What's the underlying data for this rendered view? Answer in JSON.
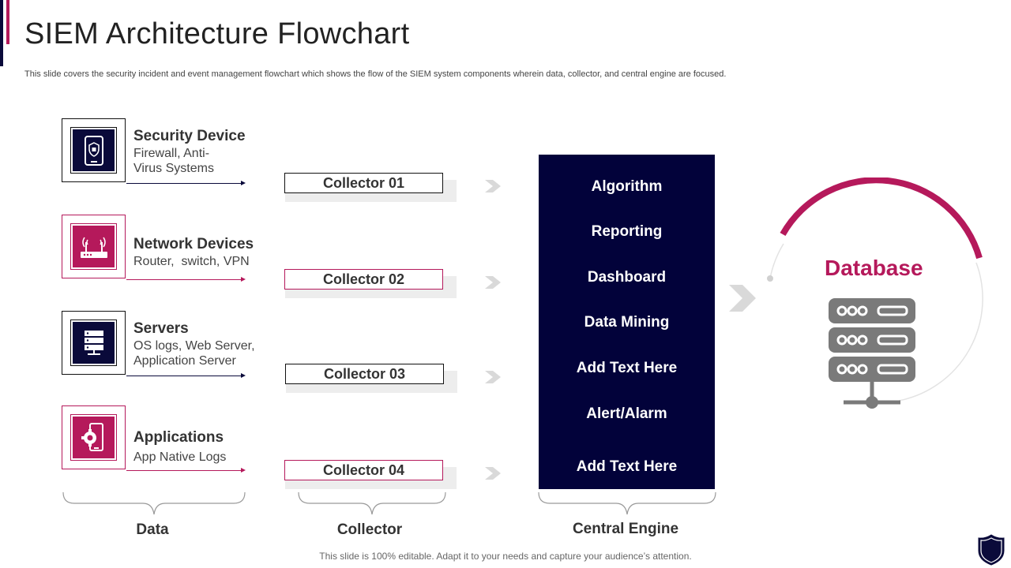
{
  "page": {
    "title": "SIEM Architecture Flowchart",
    "subtitle": "This slide covers the security incident and event management flowchart which shows the flow of the SIEM system components wherein data, collector, and central engine are focused.",
    "footer_note": "This slide is 100% editable. Adapt it to your needs and capture your audience’s attention."
  },
  "sources": [
    {
      "title": "Security Device",
      "desc_lines": [
        "Firewall, Anti-",
        "Virus Systems"
      ],
      "icon": "mobile-shield-icon",
      "color": "navy"
    },
    {
      "title": "Network Devices",
      "desc_lines": [
        "Router,  switch, VPN"
      ],
      "icon": "router-icon",
      "color": "pink"
    },
    {
      "title": "Servers",
      "desc_lines": [
        "OS logs, Web Server,",
        "Application Server"
      ],
      "icon": "server-rack-icon",
      "color": "navy"
    },
    {
      "title": "Applications",
      "desc_lines": [
        "App Native Logs"
      ],
      "icon": "app-gear-icon",
      "color": "pink"
    }
  ],
  "collectors": [
    "Collector 01",
    "Collector 02",
    "Collector 03",
    "Collector 04"
  ],
  "central_engine": {
    "items": [
      "Algorithm",
      "Reporting",
      "Dashboard",
      "Data Mining",
      "Add Text Here",
      "Alert/Alarm",
      "Add Text Here"
    ]
  },
  "database": {
    "title": "Database",
    "icon": "database-server-icon"
  },
  "group_labels": {
    "data": "Data",
    "collector": "Collector",
    "central_engine": "Central Engine"
  },
  "colors": {
    "navy": "#0a0a3a",
    "pink": "#b5195b",
    "engine_bg": "#02023a",
    "gray": "#7a7a7a",
    "chevron": "#d9d9d9"
  },
  "logo": "shield-logo-icon"
}
